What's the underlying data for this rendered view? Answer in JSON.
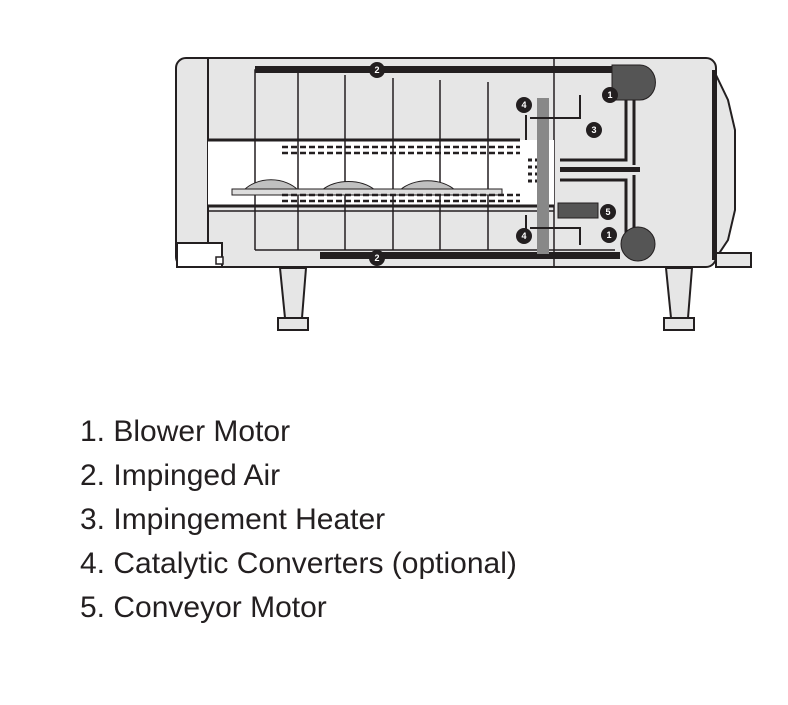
{
  "diagram": {
    "title_markers": [
      "1",
      "2",
      "3",
      "4",
      "5"
    ],
    "colors": {
      "body": "#e6e6e6",
      "line": "#231f20",
      "motor": "#555555",
      "food": "#c0c0c0",
      "duct": "#888888"
    }
  },
  "legend": [
    "1. Blower Motor",
    "2. Impinged Air",
    "3. Impingement Heater",
    "4. Catalytic Converters (optional)",
    "5. Conveyor Motor"
  ]
}
